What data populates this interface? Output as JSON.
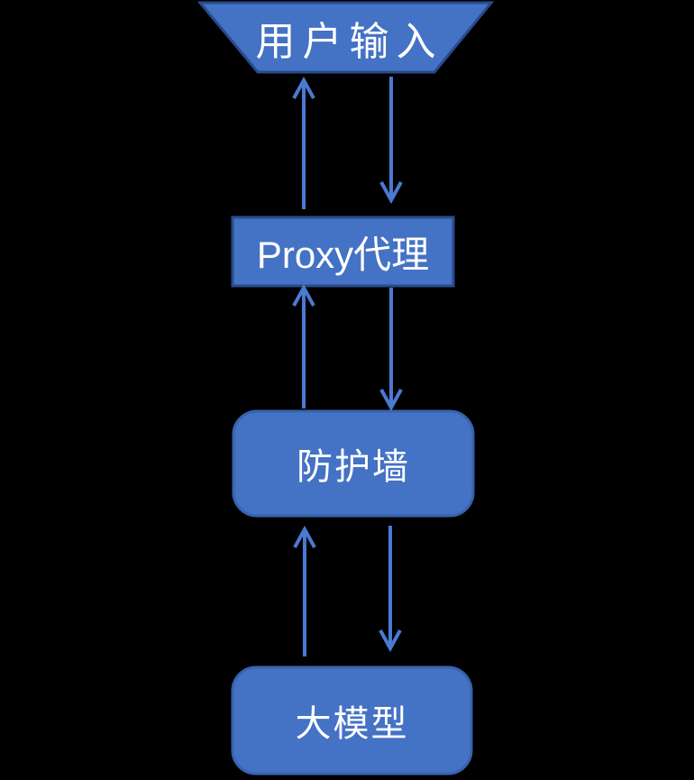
{
  "diagram": {
    "title": "LLM proxy-firewall flow diagram",
    "background": "#000000",
    "colors": {
      "shape_fill": "#4472C4",
      "shape_border": "#2A4B8D",
      "rounded_shape_border": "#3763AC",
      "arrow": "#4A7AD2",
      "text": "#FFFFFF"
    },
    "nodes": [
      {
        "id": "user-input",
        "label": "用户输入",
        "shape": "inverted-trapezoid"
      },
      {
        "id": "proxy",
        "label": "Proxy代理",
        "shape": "rectangle"
      },
      {
        "id": "firewall",
        "label": "防护墙",
        "shape": "rounded-rectangle"
      },
      {
        "id": "llm",
        "label": "大模型",
        "shape": "rounded-rectangle"
      }
    ],
    "edges": [
      {
        "from": "proxy",
        "to": "user-input",
        "direction": "up"
      },
      {
        "from": "user-input",
        "to": "proxy",
        "direction": "down"
      },
      {
        "from": "firewall",
        "to": "proxy",
        "direction": "up"
      },
      {
        "from": "proxy",
        "to": "firewall",
        "direction": "down"
      },
      {
        "from": "llm",
        "to": "firewall",
        "direction": "up"
      },
      {
        "from": "firewall",
        "to": "llm",
        "direction": "down"
      }
    ]
  }
}
